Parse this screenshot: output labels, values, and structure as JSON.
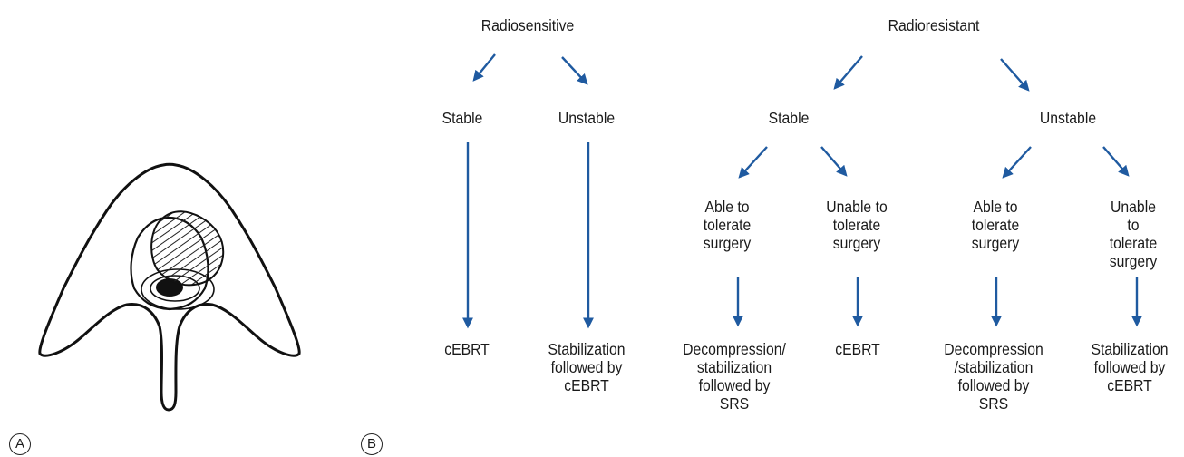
{
  "panels": {
    "a": "A",
    "b": "B"
  },
  "diagram": {
    "categories": {
      "sensitive": "Radiosensitive",
      "resistant": "Radioresistant"
    },
    "stability": {
      "sens_stable": "Stable",
      "sens_unstable": "Unstable",
      "res_stable": "Stable",
      "res_unstable": "Unstable"
    },
    "tolerance": {
      "rs_able": "Able to\ntolerate\nsurgery",
      "rs_unable": "Unable to\ntolerate\nsurgery",
      "ru_able": "Able to\ntolerate\nsurgery",
      "ru_unable": "Unable to\ntolerate\nsurgery"
    },
    "outcomes": {
      "sens_stable": "cEBRT",
      "sens_unstable": "Stabilization\nfollowed by\ncEBRT",
      "rs_able": "Decompression/\nstabilization\nfollowed by\nSRS",
      "rs_unable": "cEBRT",
      "ru_able": "Decompression\n/stabilization\nfollowed by\nSRS",
      "ru_unable": "Stabilization\nfollowed by\ncEBRT"
    },
    "arrow_color": "#1f5aa0"
  }
}
